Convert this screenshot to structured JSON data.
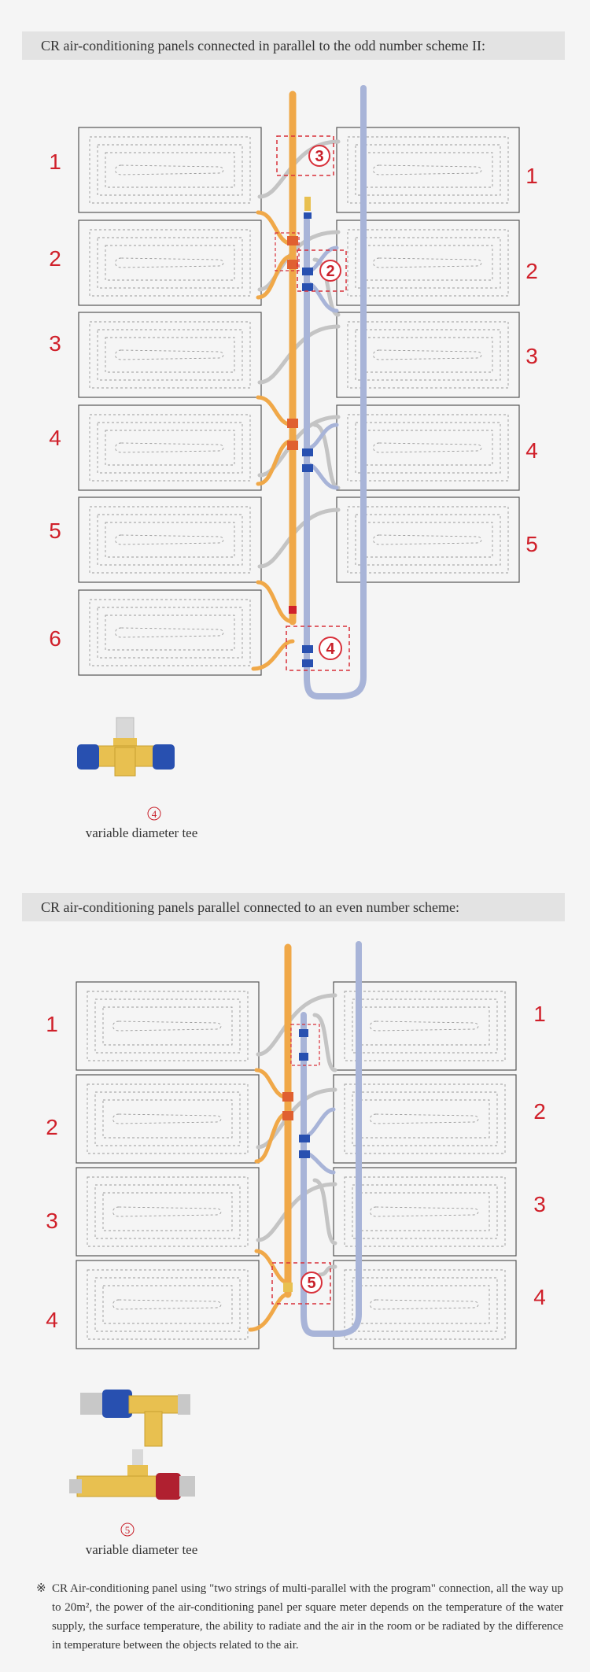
{
  "section1": {
    "title": "CR air-conditioning panels connected in parallel to the odd number scheme II:",
    "left_numbers": [
      "1",
      "2",
      "3",
      "4",
      "5",
      "6"
    ],
    "right_numbers": [
      "1",
      "2",
      "3",
      "4",
      "5"
    ],
    "callouts": [
      "3",
      "2",
      "4"
    ],
    "part_number": "4",
    "part_caption": "variable diameter tee"
  },
  "section2": {
    "title": "CR air-conditioning panels parallel connected to an even number scheme:",
    "left_numbers": [
      "1",
      "2",
      "3",
      "4"
    ],
    "right_numbers": [
      "1",
      "2",
      "3",
      "4"
    ],
    "callouts": [
      "5"
    ],
    "part_number": "5",
    "part_caption": "variable diameter tee"
  },
  "note": {
    "mark": "※",
    "text": "CR Air-conditioning panel using \"two strings of multi-parallel with the program\" connection, all the way up to 20m², the power of the air-conditioning panel per square meter depends on the temperature of the water supply, the surface temperature, the ability to radiate and the air in the room or be radiated by the difference in temperature between the objects related to the air."
  },
  "colors": {
    "number_red": "#d0202a",
    "supply_orange": "#f0a848",
    "return_blue": "#a8b4d8",
    "callout_red": "#d8303a",
    "coupling_blue": "#2850b0",
    "brass": "#e8c050"
  }
}
